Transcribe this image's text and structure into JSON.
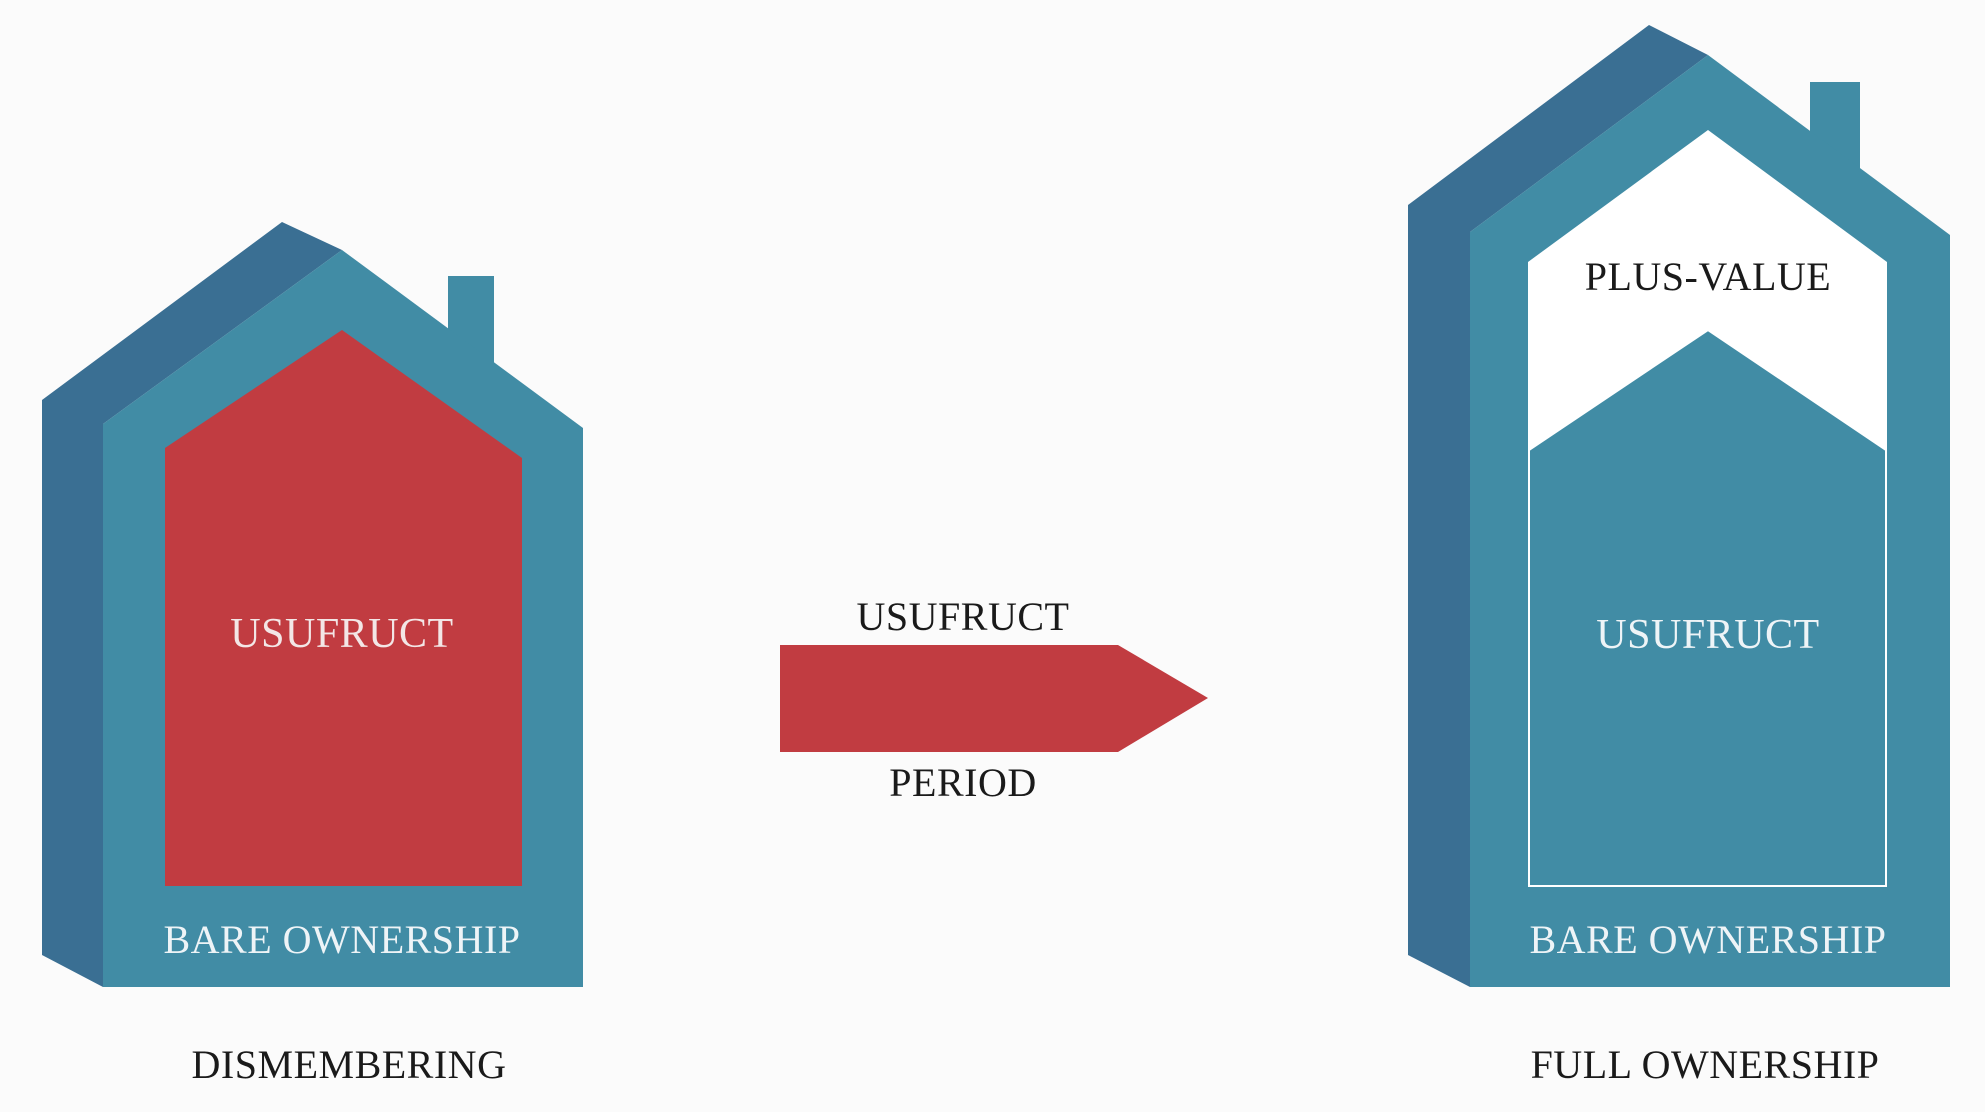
{
  "colors": {
    "background": "#fbfbfb",
    "house_side": "#3a6f93",
    "house_front": "#418ca5",
    "usufruct_red": "#c13c41",
    "white": "#ffffff",
    "text_dark": "#1a1a1a",
    "text_light": "#f3f3f3"
  },
  "left_house": {
    "inner_label": "USUFRUCT",
    "base_label": "BARE OWNERSHIP",
    "caption": "DISMEMBERING"
  },
  "arrow": {
    "top_label": "USUFRUCT",
    "bottom_label": "PERIOD"
  },
  "right_house": {
    "top_label": "PLUS-VALUE",
    "inner_label": "USUFRUCT",
    "base_label": "BARE OWNERSHIP",
    "caption": "FULL OWNERSHIP"
  }
}
